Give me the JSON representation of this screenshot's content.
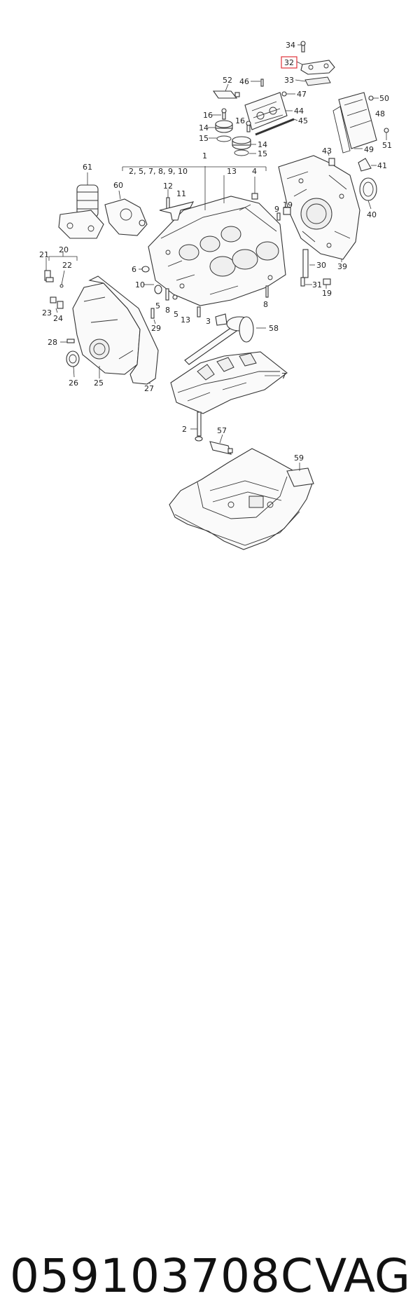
{
  "labels": {
    "l34": "34",
    "l32": "32",
    "l33": "33",
    "l52": "52",
    "l46": "46",
    "l47": "47",
    "l50": "50",
    "l48": "48",
    "l16a": "16",
    "l16b": "16",
    "l44": "44",
    "l45": "45",
    "l14a": "14",
    "l14b": "14",
    "l15a": "15",
    "l15b": "15",
    "l49": "49",
    "l51": "51",
    "l43": "43",
    "l41": "41",
    "l1": "1",
    "l61": "61",
    "l13": "13",
    "l4": "4",
    "l_group": "2, 5, 7, 8, 9, 10",
    "l60": "60",
    "l12": "12",
    "l11": "11",
    "l40": "40",
    "l9": "9",
    "l19a": "19",
    "l20": "20",
    "l21": "21",
    "l22": "22",
    "l6": "6",
    "l30": "30",
    "l39": "39",
    "l10": "10",
    "l31": "31",
    "l19b": "19",
    "l23": "23",
    "l5a": "5",
    "l5b": "5",
    "l8a": "8",
    "l8b": "8",
    "l24": "24",
    "l29": "29",
    "l13b": "13",
    "l3": "3",
    "l58": "58",
    "l28": "28",
    "l26": "26",
    "l25": "25",
    "l27": "27",
    "l7": "7",
    "l2": "2",
    "l57": "57",
    "l59": "59"
  },
  "highlight_color": "#e0323a",
  "caption": {
    "part_number": "059103708C",
    "brand": "VAG"
  }
}
